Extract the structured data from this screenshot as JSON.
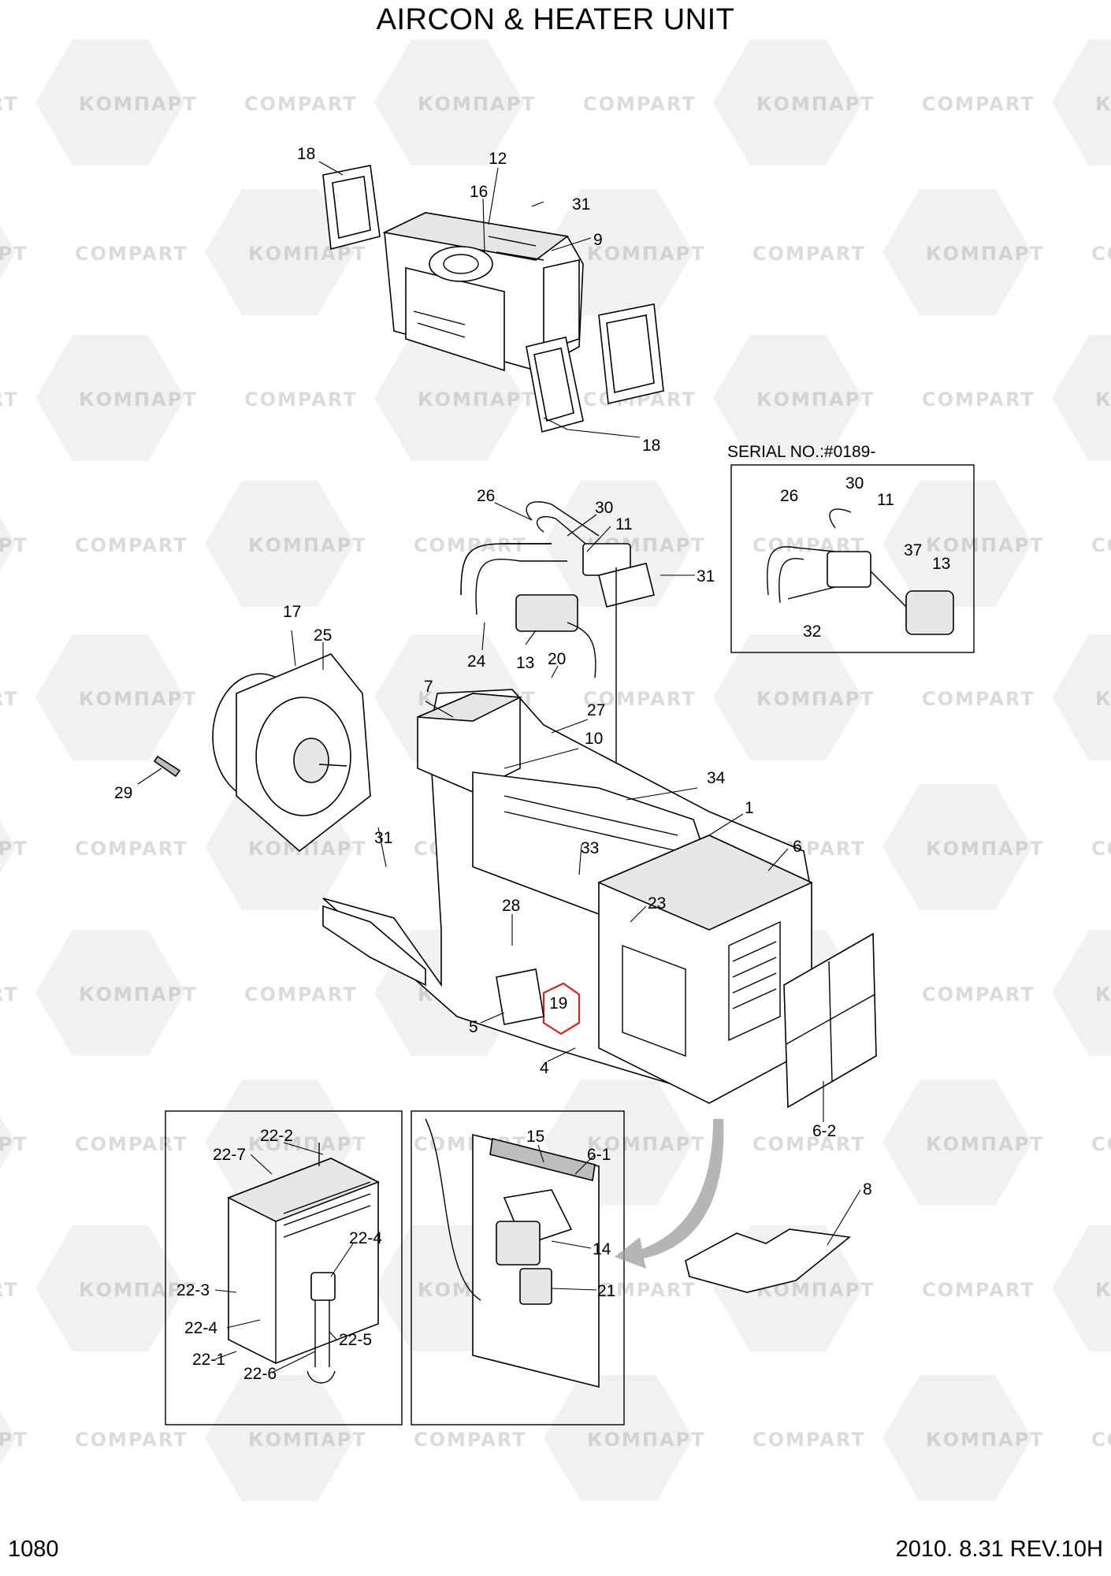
{
  "title": "AIRCON & HEATER UNIT",
  "page_number": "1080",
  "revision": "2010. 8.31  REV.10H",
  "serial_note": "SERIAL NO.:#0189-",
  "watermark": {
    "latin": "COMPART",
    "cyrillic": "КОМПАРТ"
  },
  "highlight_color": "#e0201c",
  "callouts": {
    "c18a": "18",
    "c12": "12",
    "c16": "16",
    "c31a": "31",
    "c9": "9",
    "c18b": "18",
    "c26": "26",
    "c30": "30",
    "c11": "11",
    "c31b": "31",
    "c24": "24",
    "c13": "13",
    "c20": "20",
    "s26": "26",
    "s30": "30",
    "s11": "11",
    "s37": "37",
    "s13": "13",
    "s32": "32",
    "c17": "17",
    "c25": "25",
    "c7": "7",
    "c27": "27",
    "c10": "10",
    "c29": "29",
    "c34": "34",
    "c1": "1",
    "c31c": "31",
    "c33": "33",
    "c6": "6",
    "c23": "23",
    "c28": "28",
    "c19": "19",
    "c5": "5",
    "c4": "4",
    "c62": "6-2",
    "c222": "22-2",
    "c227": "22-7",
    "c224": "22-4",
    "c223": "22-3",
    "c224b": "22-4",
    "c225": "22-5",
    "c221": "22-1",
    "c226": "22-6",
    "c15": "15",
    "c61": "6-1",
    "c14": "14",
    "c21": "21",
    "c8": "8"
  }
}
